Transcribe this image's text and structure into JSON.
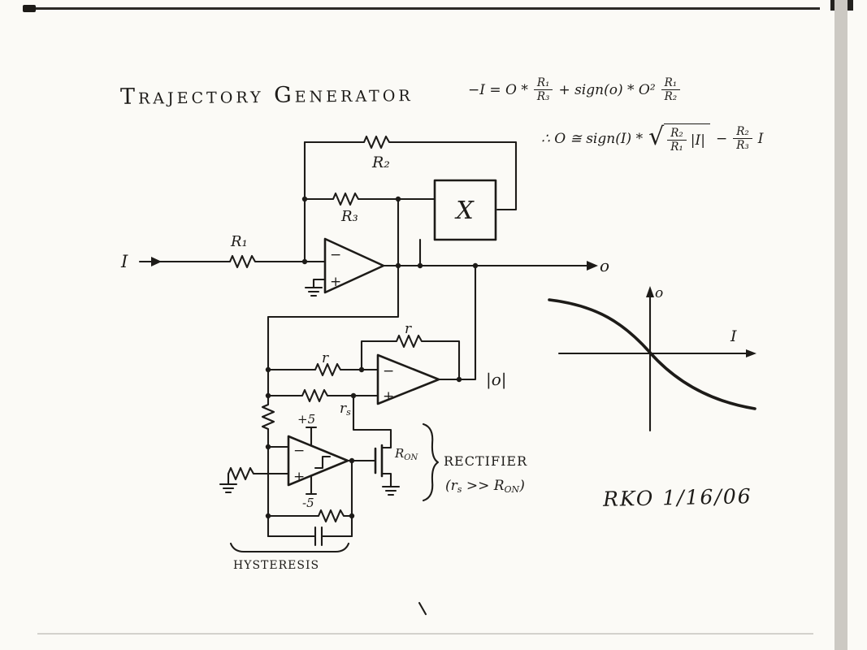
{
  "title": "Trajectory Generator",
  "signature": "RKO 1/16/06",
  "colors": {
    "ink": "#1d1b18",
    "paper": "#fbfaf6"
  },
  "equations": {
    "eq1": {
      "p1": "−I = O *",
      "f1n": "R₁",
      "f1d": "R₃",
      "p2": "+ sign(o) * O²",
      "f2n": "R₁",
      "f2d": "R₂"
    },
    "eq2": {
      "p1": "∴ O ≅ sign(I) *",
      "radical": "√",
      "sn": "R₂",
      "sd": "R₁",
      "abs": "|I|",
      "minus": "−",
      "f3n": "R₂",
      "f3d": "R₃",
      "tail": "I"
    }
  },
  "labels": {
    "input": "I",
    "output": "o",
    "r1": "R₁",
    "r2": "R₂",
    "r3": "R₃",
    "multiplier": "X",
    "r_feedback": "r",
    "r_input": "r",
    "rs_base": "r",
    "rs_sub": "s",
    "ron_base": "R",
    "ron_sub": "ON",
    "abs_output": "|o|",
    "plus5": "+5",
    "minus5": "-5",
    "rectifier": "RECTIFIER",
    "cond_p1": "(r",
    "cond_s1": "s",
    "cond_p2": " >> R",
    "cond_s2": "ON",
    "cond_p3": ")",
    "hysteresis": "HYSTERESIS",
    "minus_sign": "−",
    "plus_sign": "+",
    "graph_y": "o",
    "graph_x": "I"
  }
}
